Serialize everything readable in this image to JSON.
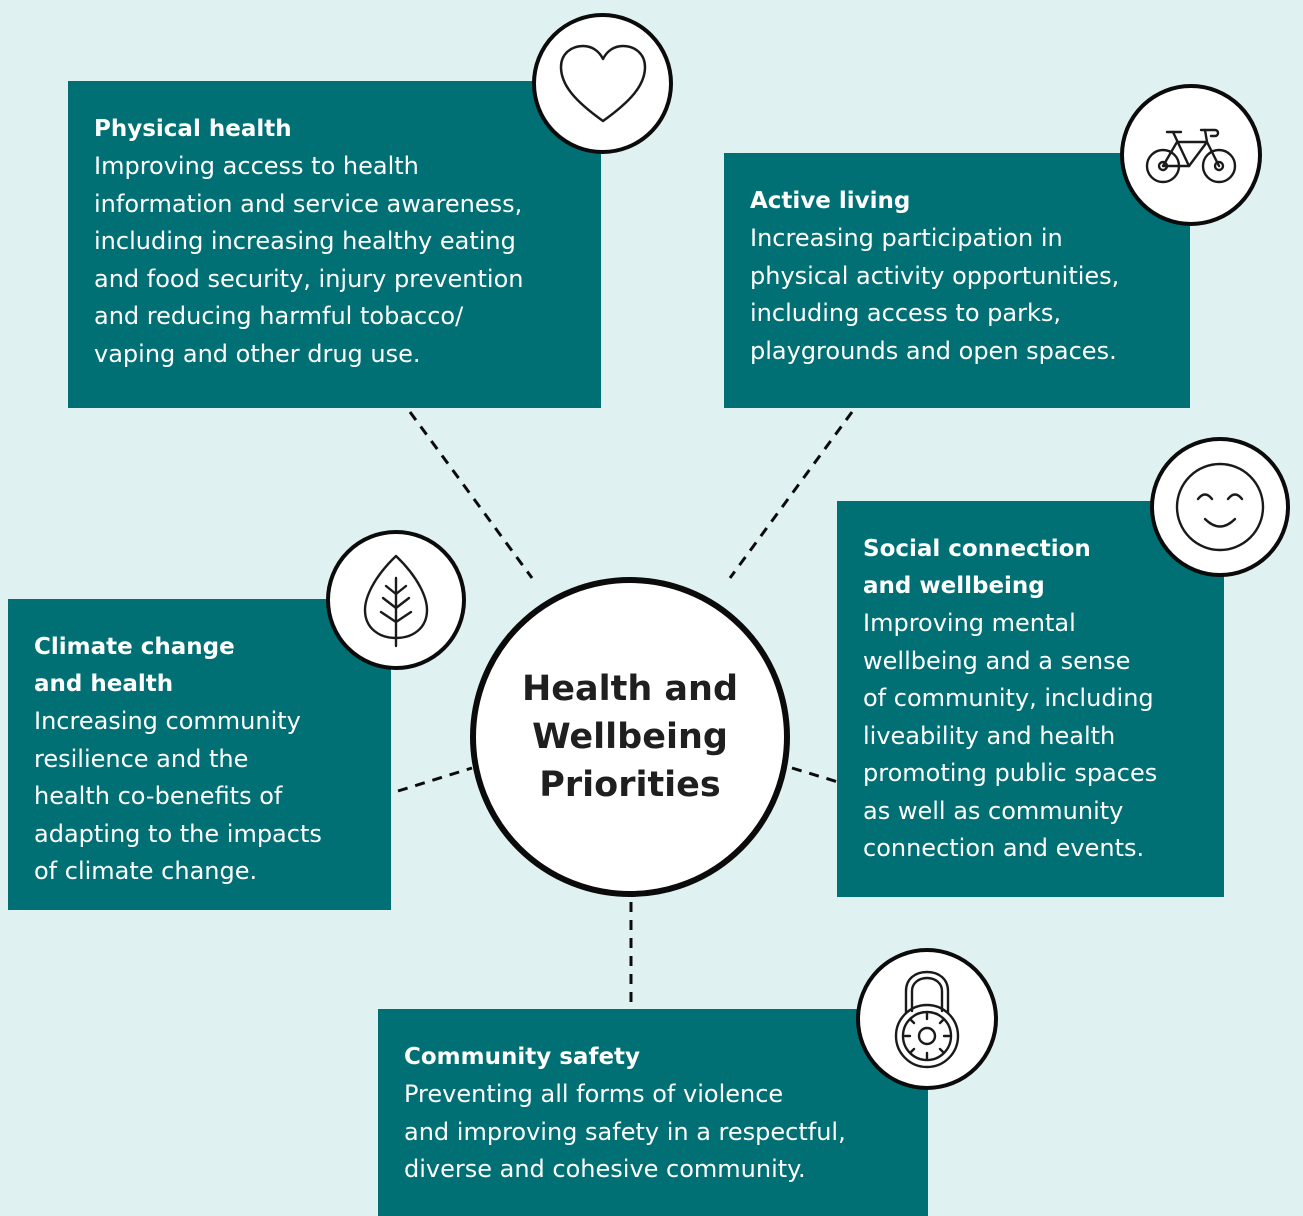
{
  "center": {
    "title": "Health and\nWellbeing\nPriorities"
  },
  "colors": {
    "background": "#e0f1f1",
    "card": "#007075",
    "card_text": "#ffffff",
    "outline": "#0b0b0b"
  },
  "priorities": [
    {
      "title": "Physical health",
      "body": "Improving access to health\ninformation and service awareness,\nincluding increasing healthy eating\nand food security, injury prevention\nand reducing harmful tobacco/\nvaping and other drug use.",
      "icon": "heart-icon"
    },
    {
      "title": "Active living",
      "body": "Increasing participation in\nphysical activity opportunities,\nincluding access to parks,\nplaygrounds and open spaces.",
      "icon": "bicycle-icon"
    },
    {
      "title": "Social connection\nand wellbeing",
      "body": "Improving mental\nwellbeing and a sense\nof community, including\nliveability and health\npromoting public spaces\nas well as community\nconnection and events.",
      "icon": "smiley-face-icon"
    },
    {
      "title": "Climate change\nand health",
      "body": "Increasing community\nresilience and the\nhealth co-benefits of\nadapting to the impacts\nof climate change.",
      "icon": "leaf-icon"
    },
    {
      "title": "Community safety",
      "body": "Preventing all forms of violence\nand improving safety in a respectful,\ndiverse and cohesive community.",
      "icon": "combination-lock-icon"
    }
  ]
}
